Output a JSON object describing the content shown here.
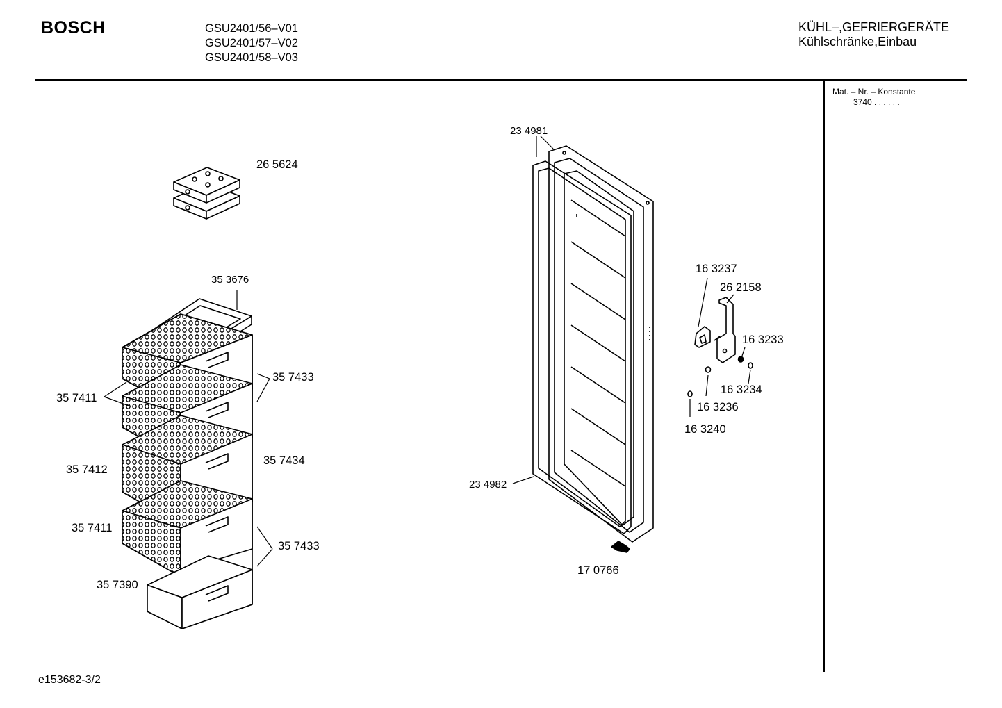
{
  "header": {
    "brand": "BOSCH",
    "models": [
      "GSU2401/56–V01",
      "GSU2401/57–V02",
      "GSU2401/58–V03"
    ],
    "category": "KÜHL–,GEFRIERGERÄTE",
    "subcategory": "Kühlschränke,Einbau"
  },
  "side": {
    "mat_label": "Mat. – Nr. – Konstante",
    "mat_value": "3740",
    "mat_dots": ". .   . . . ."
  },
  "footer": {
    "drawing_id": "e153682-3/2"
  },
  "parts": {
    "p265624": "26 5624",
    "p353676": "35 3676",
    "p357433a": "35 7433",
    "p357411a": "35 7411",
    "p357412": "35 7412",
    "p357434": "35 7434",
    "p357411b": "35 7411",
    "p357433b": "35 7433",
    "p357390": "35 7390",
    "p234981": "23 4981",
    "p234982": "23 4982",
    "p170766": "17 0766",
    "p163237": "16 3237",
    "p262158": "26 2158",
    "p163233": "16 3233",
    "p163234": "16 3234",
    "p163236": "16 3236",
    "p163240": "16 3240"
  }
}
